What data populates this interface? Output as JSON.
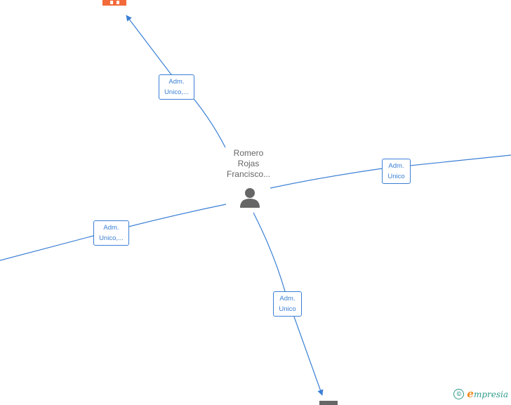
{
  "center_node": {
    "name_lines": [
      "Romero",
      "Rojas",
      "Francisco..."
    ],
    "icon": "person-icon"
  },
  "edges": [
    {
      "id": "top",
      "label_lines": [
        "Adm.",
        "Unico,..."
      ]
    },
    {
      "id": "right",
      "label_lines": [
        "Adm.",
        "Unico"
      ]
    },
    {
      "id": "left",
      "label_lines": [
        "Adm.",
        "Unico,..."
      ]
    },
    {
      "id": "bottom",
      "label_lines": [
        "Adm.",
        "Unico"
      ]
    }
  ],
  "colors": {
    "edge": "#3a7fd5",
    "person": "#666666",
    "company_top": "#f26a3a",
    "brand": "#2f9a8a"
  },
  "footer": {
    "copyright_symbol": "©",
    "brand_initial": "e",
    "brand_rest": "mpresia"
  }
}
